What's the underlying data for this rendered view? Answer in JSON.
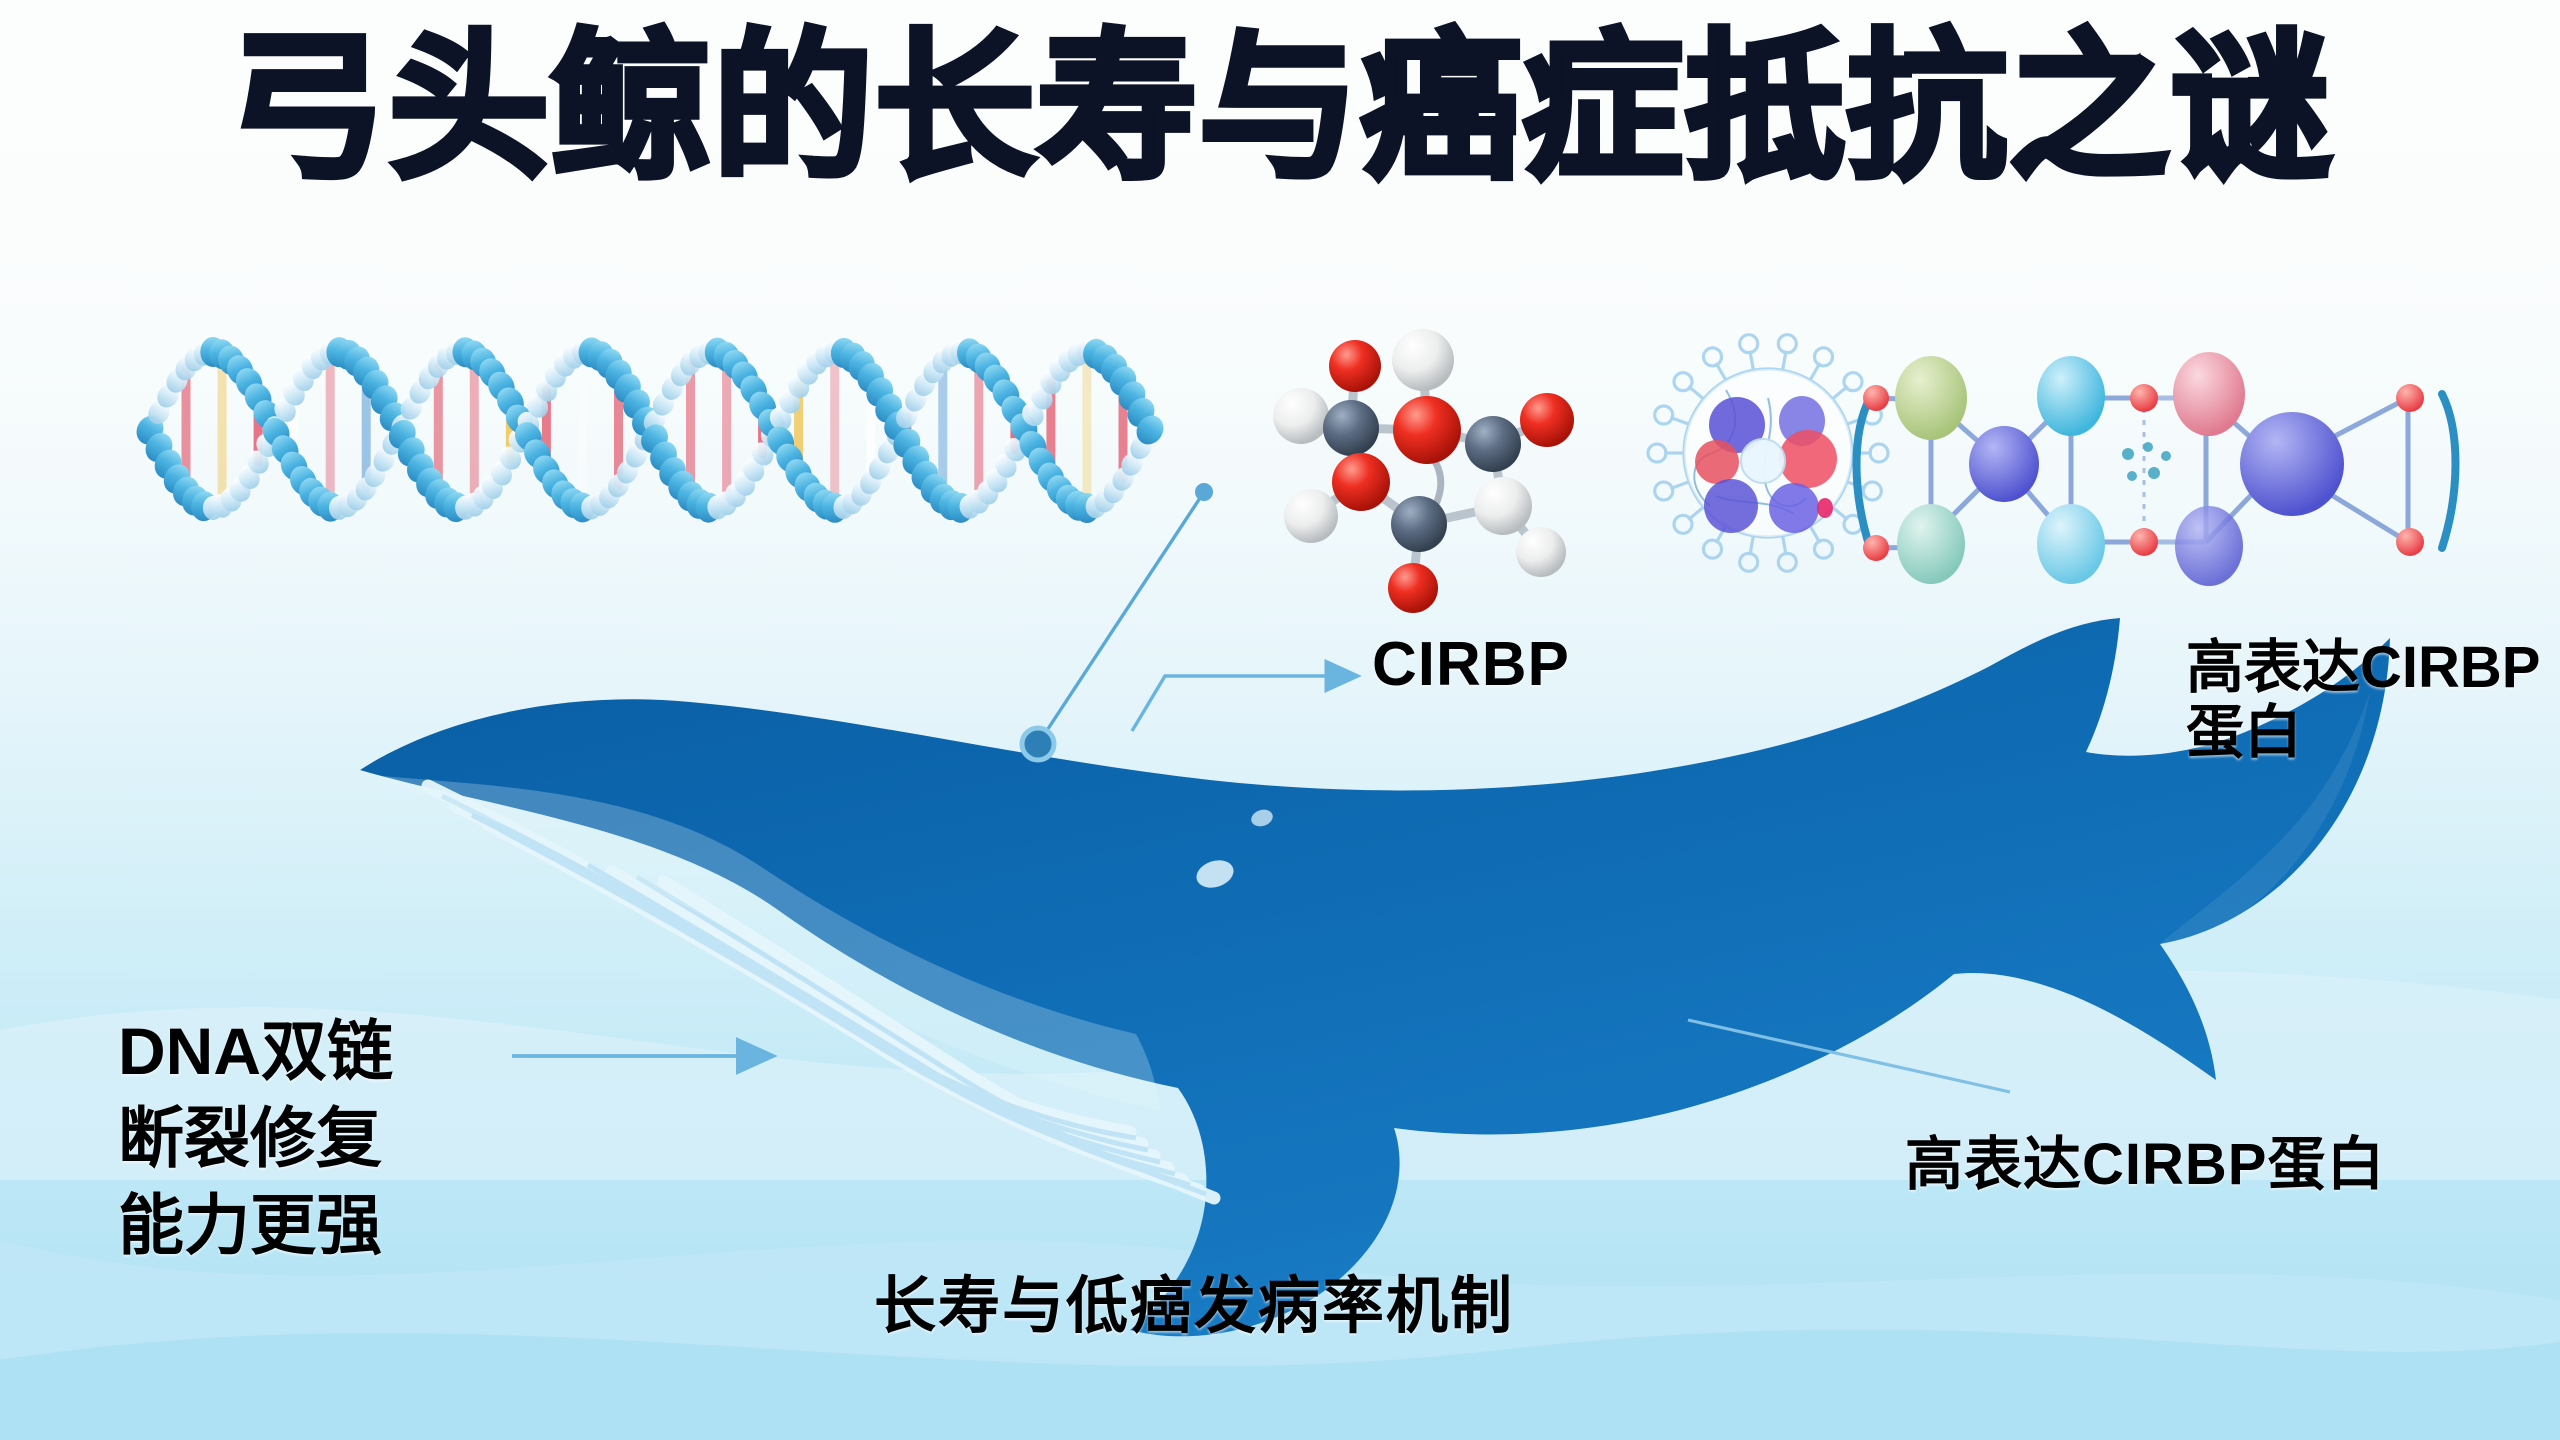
{
  "title": "弓头鲸的长寿与癌症抵抗之谜",
  "labels": {
    "cirbp": "CIRBP",
    "cirbp_protein_top": "高表达CIRBP\n蛋白",
    "dna_repair": "DNA双链\n断裂修复\n能力更强",
    "mechanism": "长寿与低癌发病率机制",
    "cirbp_protein_bottom": "高表达CIRBP蛋白"
  },
  "illustrations": {
    "dna_helix": "dna-double-helix-illustration",
    "molecule": "ball-and-stick-molecule-illustration",
    "cell": "cell-virus-illustration",
    "protein_network": "protein-network-illustration",
    "whale": "bowhead-whale-silhouette"
  },
  "colors": {
    "title_text": "#0d1326",
    "label_text": "#000000",
    "whale_dark": "#0a5fa5",
    "whale_mid": "#1272bb",
    "whale_light": "#cfeaf8",
    "connector_line": "#5aa8d8",
    "background_top": "#fcfefe",
    "background_bottom": "#aee1f3",
    "dna_strand": "#4fb4e0",
    "dna_rung_red": "#e3556a",
    "molecule_oxygen": "#e22222",
    "molecule_hydrogen": "#efefef",
    "molecule_carbon": "#5f6e84",
    "network_green": "#b9d08b",
    "network_cyan": "#4fc3e8",
    "network_pink": "#e98c9e",
    "network_blue": "#5b63d8"
  }
}
